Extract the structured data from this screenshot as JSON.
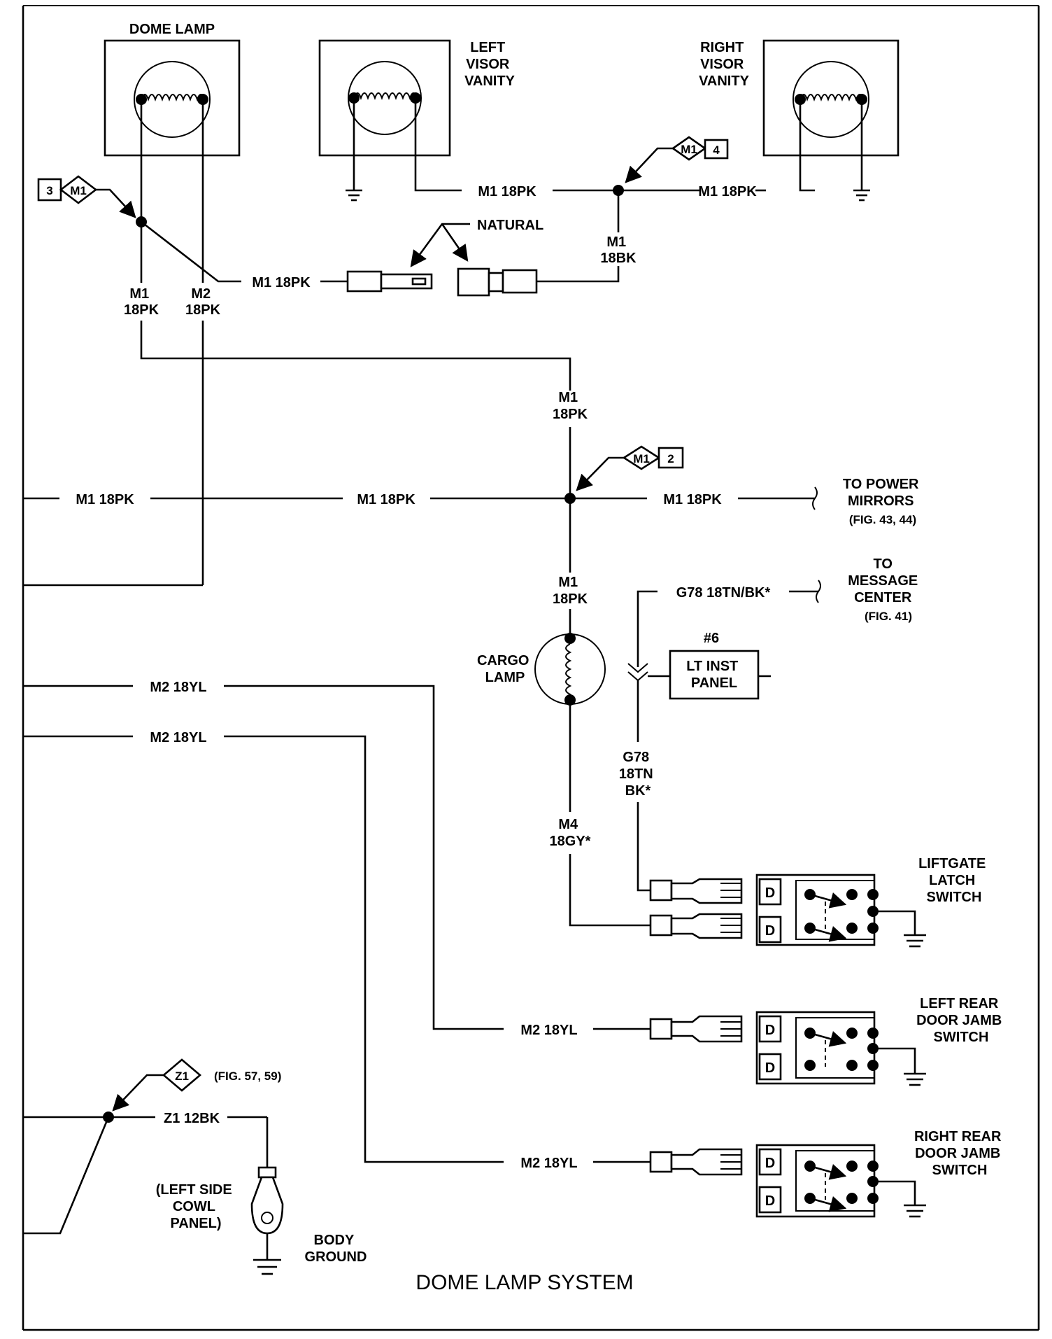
{
  "title": "DOME LAMP SYSTEM",
  "lamps": {
    "dome": "DOME LAMP",
    "left_visor": [
      "LEFT",
      "VISOR",
      "VANITY"
    ],
    "right_visor": [
      "RIGHT",
      "VISOR",
      "VANITY"
    ],
    "cargo": [
      "CARGO",
      "LAMP"
    ]
  },
  "connector_label": "NATURAL",
  "splices": {
    "m1_3": {
      "code": "M1",
      "num": "3"
    },
    "m1_4": {
      "code": "M1",
      "num": "4"
    },
    "m1_2": {
      "code": "M1",
      "num": "2"
    },
    "z1": {
      "code": "Z1",
      "ref": "(FIG. 57, 59)"
    }
  },
  "wires": {
    "m1_18pk": "M1 18PK",
    "m1": "M1",
    "m2": "M2",
    "pk18": "18PK",
    "bk18": "18BK",
    "m2_18yl": "M2 18YL",
    "g78_inline": "G78 18TN/BK*",
    "g78_stack": [
      "G78",
      "18TN",
      "BK*"
    ],
    "m4_stack": [
      "M4",
      "18GY*"
    ],
    "z1_12bk": "Z1 12BK"
  },
  "destinations": {
    "power_mirrors": [
      "TO POWER",
      "MIRRORS",
      "(FIG. 43, 44)"
    ],
    "message_center": [
      "TO",
      "MESSAGE",
      "CENTER",
      "(FIG. 41)"
    ]
  },
  "fuse_panel": {
    "num": "#6",
    "lines": [
      "LT INST",
      "PANEL"
    ]
  },
  "switches": {
    "liftgate": [
      "LIFTGATE",
      "LATCH",
      "SWITCH"
    ],
    "left_rear": [
      "LEFT REAR",
      "DOOR JAMB",
      "SWITCH"
    ],
    "right_rear": [
      "RIGHT REAR",
      "DOOR JAMB",
      "SWITCH"
    ],
    "pin_letter": "D"
  },
  "ground": {
    "location": [
      "(LEFT SIDE",
      "COWL",
      "PANEL)"
    ],
    "label": [
      "BODY",
      "GROUND"
    ]
  }
}
